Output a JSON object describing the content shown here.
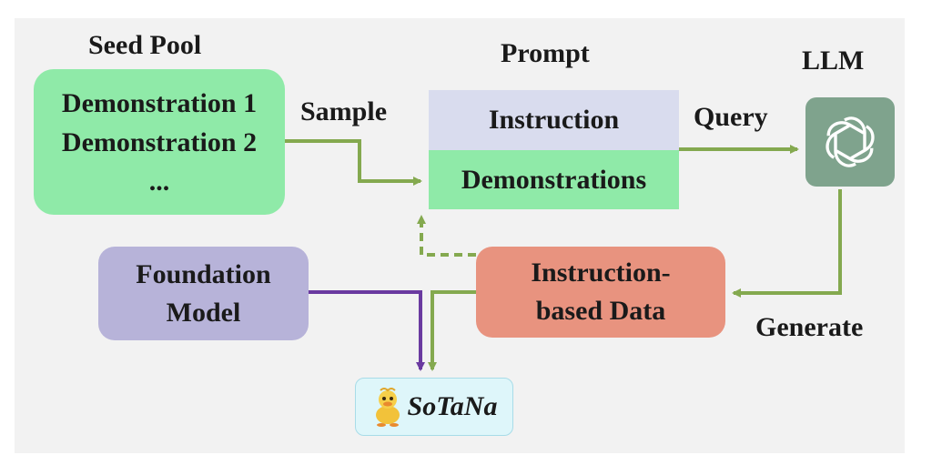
{
  "seed_pool": {
    "title": "Seed Pool",
    "items": [
      "Demonstration 1",
      "Demonstration 2",
      "..."
    ]
  },
  "prompt": {
    "title": "Prompt",
    "instruction": "Instruction",
    "demonstrations": "Demonstrations"
  },
  "llm": {
    "title": "LLM",
    "icon": "openai-logo-icon"
  },
  "edges": {
    "sample": "Sample",
    "query": "Query",
    "generate": "Generate"
  },
  "instruction_data": {
    "line1": "Instruction-",
    "line2": "based Data"
  },
  "foundation_model": {
    "line1": "Foundation",
    "line2": "Model"
  },
  "sotana": {
    "label": "SoTaNa",
    "icon": "duck-icon"
  },
  "colors": {
    "green_arrow": "#84a94f",
    "purple_arrow": "#6a3aa0",
    "seed_fill": "#8feaa8",
    "instruction_fill": "#d9dcee",
    "llm_fill": "#7fa38d",
    "data_fill": "#e8937f",
    "model_fill": "#b7b3d9",
    "sotana_fill": "#def6fa"
  }
}
